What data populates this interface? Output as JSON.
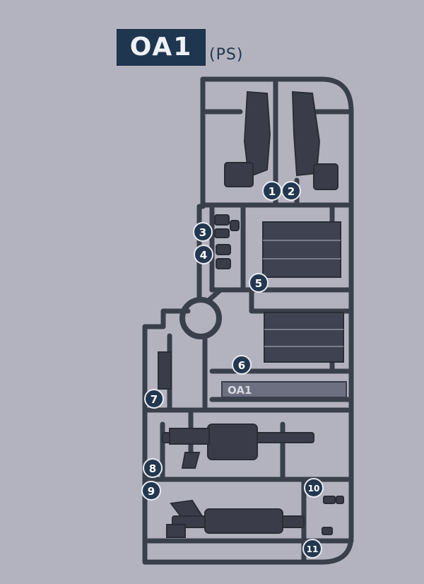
{
  "title": {
    "code": "OA1",
    "material": "(PS)"
  },
  "colors": {
    "background": "#b3b3c0",
    "title_fill": "#1f3650",
    "marker_fill": "#23384f",
    "runner": "#3a3f4c"
  },
  "frame_tag": "OA1",
  "part_markers": [
    "1",
    "2",
    "3",
    "4",
    "5",
    "6",
    "7",
    "8",
    "9",
    "10",
    "11"
  ]
}
